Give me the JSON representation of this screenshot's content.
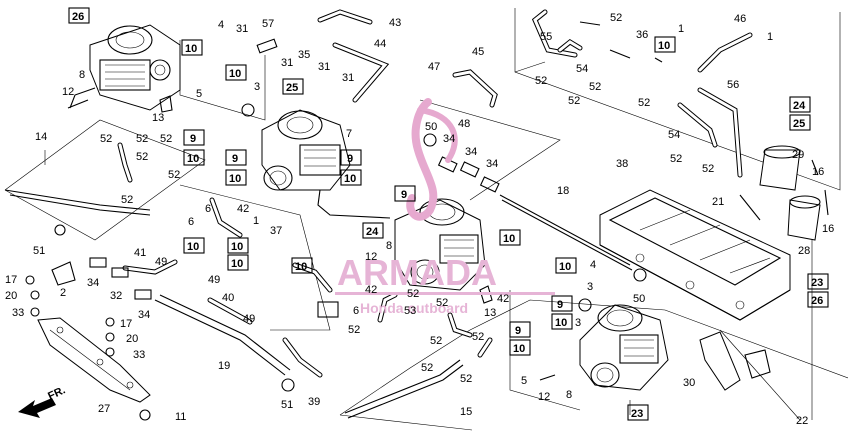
{
  "watermark": {
    "brand": "ARMADA",
    "tagline": "Honda outboard",
    "color": "#d24aa3"
  },
  "arrow": {
    "label": "FR."
  },
  "labels": {
    "l26a": "26",
    "l8a": "8",
    "l12a": "12",
    "l4a": "4",
    "l31a": "31",
    "l57": "57",
    "l43": "43",
    "l10a": "10",
    "l10b": "10",
    "l3a": "3",
    "l31b": "31",
    "l35": "35",
    "l31c": "31",
    "l44": "44",
    "l25": "25",
    "l31d": "31",
    "l13a": "13",
    "l5a": "5",
    "l9a": "9",
    "l10c": "10",
    "l9b": "9",
    "l10d": "10",
    "l10e": "10",
    "l14": "14",
    "l52a": "52",
    "l52b": "52",
    "l52c": "52",
    "l52d": "52",
    "l52e": "52",
    "l52f": "52",
    "l6a": "6",
    "l42a": "42",
    "l1a": "1",
    "l37": "37",
    "l7": "7",
    "l9c": "9",
    "l9d": "9",
    "l10f": "10",
    "l47": "47",
    "l48": "48",
    "l50a": "50",
    "l34a": "34",
    "l34b": "34",
    "l34c": "34",
    "l45": "45",
    "l55": "55",
    "l52g": "52",
    "l36": "36",
    "l46": "46",
    "l52h": "52",
    "l54a": "54",
    "l52i": "52",
    "l10g": "10",
    "l1b": "1",
    "l1c": "1",
    "l52j": "52",
    "l56": "56",
    "l52k": "52",
    "l54b": "54",
    "l52l": "52",
    "l24a": "24",
    "l25b": "25",
    "l38": "38",
    "l29": "29",
    "l16a": "16",
    "l21": "21",
    "l52m": "52",
    "l16b": "16",
    "l28": "28",
    "l23a": "23",
    "l26b": "26",
    "l18": "18",
    "l10h": "10",
    "l10i": "10",
    "l4b": "4",
    "l3b": "3",
    "l50b": "50",
    "l51a": "51",
    "l17a": "17",
    "l20a": "20",
    "l33a": "33",
    "l2": "2",
    "l34d": "34",
    "l32": "32",
    "l34e": "34",
    "l41": "41",
    "l49a": "49",
    "l49b": "49",
    "l49c": "49",
    "l6b": "6",
    "l10j": "10",
    "l10k": "10",
    "l10l": "10",
    "l40": "40",
    "l10m": "10",
    "l42b": "42",
    "l52n": "52",
    "l6c": "6",
    "l24b": "24",
    "l12b": "12",
    "l8b": "8",
    "l9e": "9",
    "l9f": "9",
    "l10n": "10",
    "l52o": "52",
    "l53": "53",
    "l52p": "52",
    "l13b": "13",
    "l42c": "42",
    "l52q": "52",
    "l52r": "52",
    "l17b": "17",
    "l20b": "20",
    "l33b": "33",
    "l19": "19",
    "l51b": "51",
    "l39": "39",
    "l27": "27",
    "l11": "11",
    "l15": "15",
    "l52s": "52",
    "l52t": "52",
    "l5b": "5",
    "l12c": "12",
    "l8c": "8",
    "l9g": "9",
    "l10o": "10",
    "l3c": "3",
    "l23b": "23",
    "l30": "30",
    "l22": "22"
  }
}
